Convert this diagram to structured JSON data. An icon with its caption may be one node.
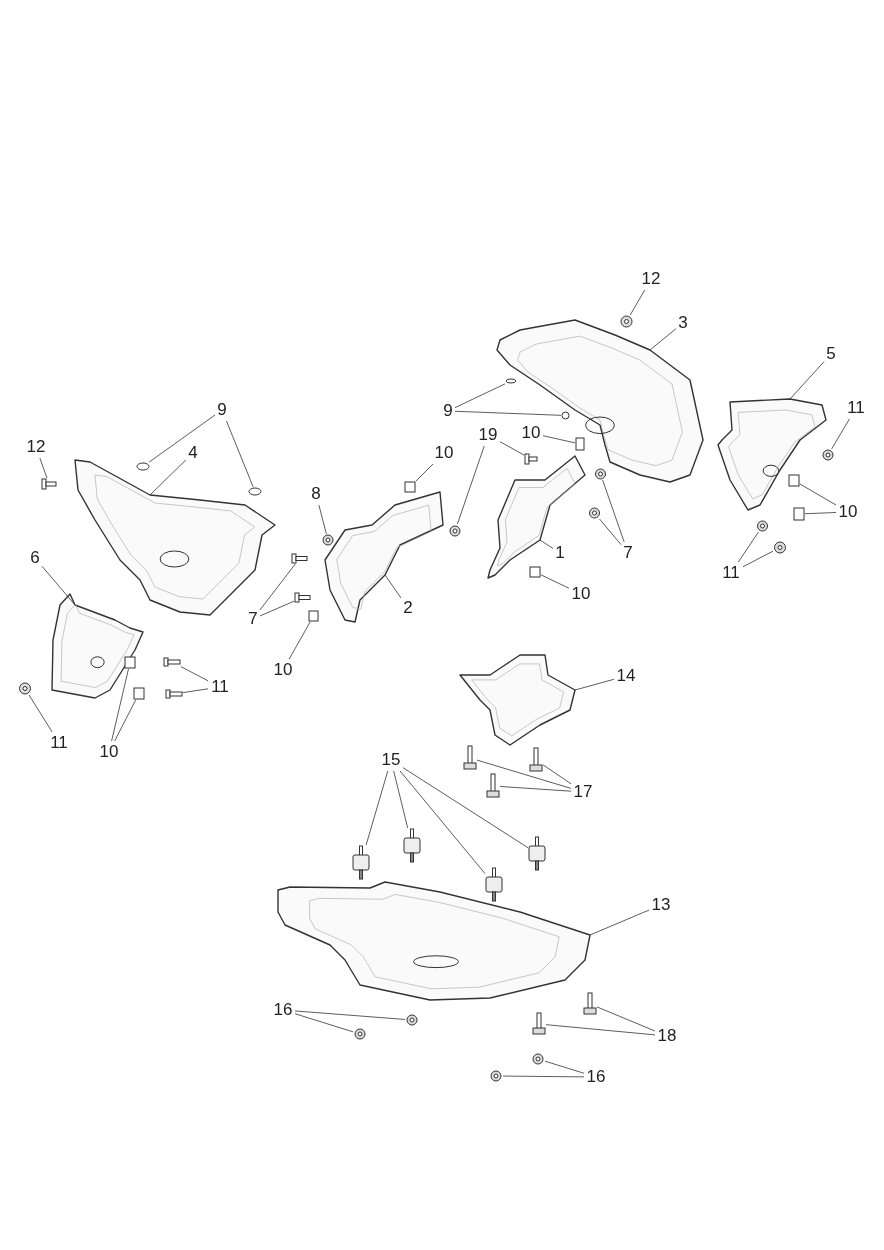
{
  "diagram": {
    "nodes": [
      {
        "text": [
          "12"
        ]
      },
      {
        "text": [],
        "shape": "picture"
      },
      {
        "text": [
          "4"
        ]
      },
      {
        "text": [],
        "shape": "picture"
      },
      {
        "text": [
          "9"
        ]
      },
      {
        "text": [],
        "shape": "circle"
      },
      {
        "text": [],
        "shape": "circle"
      },
      {
        "text": [
          "6"
        ]
      },
      {
        "text": [],
        "shape": "picture"
      },
      {
        "text": [
          "11"
        ]
      },
      {
        "text": [],
        "shape": "picture"
      },
      {
        "text": [
          "10"
        ]
      },
      {
        "text": [],
        "shape": "box"
      },
      {
        "text": [],
        "shape": "box"
      },
      {
        "text": [
          "11"
        ]
      },
      {
        "text": [],
        "shape": "picture"
      },
      {
        "text": [],
        "shape": "picture"
      },
      {
        "text": [
          "8"
        ]
      },
      {
        "text": [],
        "shape": "picture"
      },
      {
        "text": [
          "7"
        ]
      },
      {
        "text": [],
        "shape": "picture"
      },
      {
        "text": [],
        "shape": "picture"
      },
      {
        "text": [
          "10"
        ]
      },
      {
        "text": [],
        "shape": "box"
      },
      {
        "text": [
          "2"
        ]
      },
      {
        "text": [],
        "shape": "picture"
      },
      {
        "text": [
          "10"
        ]
      },
      {
        "text": [],
        "shape": "box"
      },
      {
        "text": [
          "9"
        ]
      },
      {
        "text": [],
        "shape": "circle"
      },
      {
        "text": [],
        "shape": "circle"
      },
      {
        "text": [
          "19"
        ]
      },
      {
        "text": [],
        "shape": "picture"
      },
      {
        "text": [],
        "shape": "picture"
      },
      {
        "text": [
          "10"
        ]
      },
      {
        "text": [],
        "shape": "box"
      },
      {
        "text": [
          "12"
        ]
      },
      {
        "text": [],
        "shape": "picture"
      },
      {
        "text": [
          "3"
        ]
      },
      {
        "text": [],
        "shape": "picture"
      },
      {
        "text": [
          "1"
        ]
      },
      {
        "text": [],
        "shape": "picture"
      },
      {
        "text": [
          "10"
        ]
      },
      {
        "text": [],
        "shape": "box"
      },
      {
        "text": [
          "7"
        ]
      },
      {
        "text": [],
        "shape": "picture"
      },
      {
        "text": [],
        "shape": "picture"
      },
      {
        "text": [
          "5"
        ]
      },
      {
        "text": [],
        "shape": "picture"
      },
      {
        "text": [
          "11"
        ]
      },
      {
        "text": [],
        "shape": "picture"
      },
      {
        "text": [
          "10"
        ]
      },
      {
        "text": [],
        "shape": "box"
      },
      {
        "text": [],
        "shape": "box"
      },
      {
        "text": [
          "11"
        ]
      },
      {
        "text": [],
        "shape": "picture"
      },
      {
        "text": [],
        "shape": "picture"
      },
      {
        "text": [
          "14"
        ]
      },
      {
        "text": [],
        "shape": "picture"
      },
      {
        "text": [
          "15"
        ]
      },
      {
        "text": [],
        "shape": "picture"
      },
      {
        "text": [],
        "shape": "picture"
      },
      {
        "text": [],
        "shape": "picture"
      },
      {
        "text": [],
        "shape": "picture"
      },
      {
        "text": [
          "17"
        ]
      },
      {
        "text": [],
        "shape": "picture"
      },
      {
        "text": [],
        "shape": "picture"
      },
      {
        "text": [],
        "shape": "picture"
      },
      {
        "text": [
          "13"
        ]
      },
      {
        "text": [],
        "shape": "picture"
      },
      {
        "text": [
          "16"
        ]
      },
      {
        "text": [],
        "shape": "picture"
      },
      {
        "text": [],
        "shape": "picture"
      },
      {
        "text": [
          "18"
        ]
      },
      {
        "text": [],
        "shape": "picture"
      },
      {
        "text": [],
        "shape": "picture"
      },
      {
        "text": [
          "16"
        ]
      },
      {
        "text": [],
        "shape": "picture"
      },
      {
        "text": [],
        "shape": "picture"
      }
    ],
    "edges": [
      {
        "from": 0,
        "to": 1,
        "arrow": "none"
      },
      {
        "from": 2,
        "to": 3,
        "arrow": "none"
      },
      {
        "from": 4,
        "to": 5,
        "arrow": "none"
      },
      {
        "from": 4,
        "to": 6,
        "arrow": "none"
      },
      {
        "from": 7,
        "to": 8,
        "arrow": "none"
      },
      {
        "from": 9,
        "to": 10,
        "arrow": "none"
      },
      {
        "from": 11,
        "to": 12,
        "arrow": "none"
      },
      {
        "from": 11,
        "to": 13,
        "arrow": "none"
      },
      {
        "from": 14,
        "to": 15,
        "arrow": "none"
      },
      {
        "from": 14,
        "to": 16,
        "arrow": "none"
      },
      {
        "from": 17,
        "to": 18,
        "arrow": "none"
      },
      {
        "from": 19,
        "to": 20,
        "arrow": "none"
      },
      {
        "from": 19,
        "to": 21,
        "arrow": "none"
      },
      {
        "from": 22,
        "to": 23,
        "arrow": "none"
      },
      {
        "from": 24,
        "to": 25,
        "arrow": "none"
      },
      {
        "from": 26,
        "to": 27,
        "arrow": "none"
      },
      {
        "from": 28,
        "to": 29,
        "arrow": "none"
      },
      {
        "from": 28,
        "to": 30,
        "arrow": "none"
      },
      {
        "from": 31,
        "to": 32,
        "arrow": "none"
      },
      {
        "from": 31,
        "to": 33,
        "arrow": "none"
      },
      {
        "from": 34,
        "to": 35,
        "arrow": "none"
      },
      {
        "from": 36,
        "to": 37,
        "arrow": "none"
      },
      {
        "from": 38,
        "to": 39,
        "arrow": "none"
      },
      {
        "from": 40,
        "to": 41,
        "arrow": "none"
      },
      {
        "from": 42,
        "to": 43,
        "arrow": "none"
      },
      {
        "from": 44,
        "to": 45,
        "arrow": "none"
      },
      {
        "from": 44,
        "to": 46,
        "arrow": "none"
      },
      {
        "from": 47,
        "to": 48,
        "arrow": "none"
      },
      {
        "from": 49,
        "to": 50,
        "arrow": "none"
      },
      {
        "from": 51,
        "to": 52,
        "arrow": "none"
      },
      {
        "from": 51,
        "to": 53,
        "arrow": "none"
      },
      {
        "from": 54,
        "to": 55,
        "arrow": "none"
      },
      {
        "from": 54,
        "to": 56,
        "arrow": "none"
      },
      {
        "from": 57,
        "to": 58,
        "arrow": "none"
      },
      {
        "from": 59,
        "to": 60,
        "arrow": "none"
      },
      {
        "from": 59,
        "to": 61,
        "arrow": "none"
      },
      {
        "from": 59,
        "to": 62,
        "arrow": "none"
      },
      {
        "from": 59,
        "to": 63,
        "arrow": "none"
      },
      {
        "from": 64,
        "to": 65,
        "arrow": "none"
      },
      {
        "from": 64,
        "to": 66,
        "arrow": "none"
      },
      {
        "from": 64,
        "to": 67,
        "arrow": "none"
      },
      {
        "from": 68,
        "to": 69,
        "arrow": "none"
      },
      {
        "from": 70,
        "to": 71,
        "arrow": "none"
      },
      {
        "from": 70,
        "to": 72,
        "arrow": "none"
      },
      {
        "from": 73,
        "to": 74,
        "arrow": "none"
      },
      {
        "from": 73,
        "to": 75,
        "arrow": "none"
      },
      {
        "from": 76,
        "to": 77,
        "arrow": "none"
      },
      {
        "from": 76,
        "to": 78,
        "arrow": "none"
      }
    ]
  }
}
